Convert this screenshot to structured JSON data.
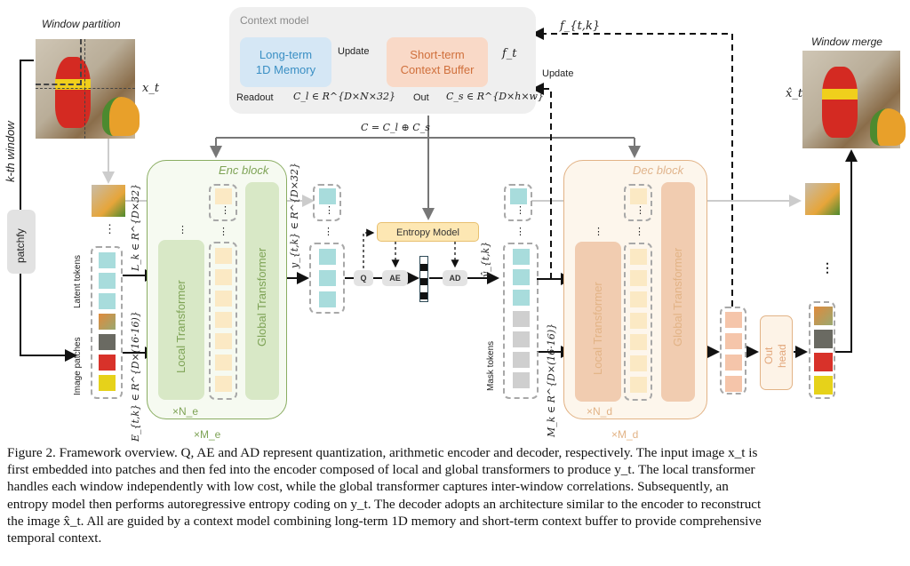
{
  "figure": {
    "window_partition_label": "Window partition",
    "window_merge_label": "Window merge",
    "input_symbol": "x_t",
    "output_symbol": "x̂_t",
    "kth_window_label": "k-th window",
    "patchfy_label": "patchfy",
    "latent_tokens_label": "Latent tokens",
    "image_patches_label": "Image patches",
    "mask_tokens_label": "Mask tokens",
    "latent_math": "L_k ∈ R^{D×32}",
    "embed_math": "E_{t,k} ∈ R^{D×(16·16)}",
    "y_math": "y_{t,k} ∈ R^{D×32}",
    "yhat_math": "ŷ_{t,k}",
    "mask_math": "M_k ∈ R^{D×(16·16)}",
    "context_model": {
      "title": "Context model",
      "long_term_line1": "Long-term",
      "long_term_line2": "1D Memory",
      "short_term_line1": "Short-term",
      "short_term_line2": "Context Buffer",
      "update_label": "Update",
      "f_symbol": "f_t",
      "readout_label": "Readout",
      "readout_math": "C_l ∈ R^{D×N×32}",
      "out_label": "Out",
      "out_math": "C_s ∈ R^{D×h×w}",
      "combine_math": "C = C_l ⊕ C_s",
      "ftk_symbol": "f_{t,k}",
      "update_right_label": "Update"
    },
    "encoder": {
      "title": "Enc block",
      "local_transformer": "Local Transformer",
      "global_transformer": "Global Transformer",
      "repeat_inner": "×N_e",
      "repeat_outer": "×M_e"
    },
    "decoder": {
      "title": "Dec block",
      "local_transformer": "Local Transformer",
      "global_transformer": "Global Transformer",
      "repeat_inner": "×N_d",
      "repeat_outer": "×M_d"
    },
    "coding": {
      "q_label": "Q",
      "ae_label": "AE",
      "ad_label": "AD",
      "entropy_model_label": "Entropy Model"
    },
    "out_head_line1": "Out",
    "out_head_line2": "head",
    "ellipsis": "⋮",
    "colors": {
      "encoder_green": "#8aad62",
      "decoder_orange": "#e2b386",
      "latent_teal": "#a8dcdc",
      "memory_blue": "#3a8fc4",
      "buffer_orange": "#d0703c",
      "mask_grey": "#cfcfcf"
    }
  },
  "caption": {
    "lines": [
      "Figure 2. Framework overview. Q, AE and AD represent quantization, arithmetic encoder and decoder, respectively. The input image x_t is",
      "first embedded into patches and then fed into the encoder composed of local and global transformers to produce y_t. The local transformer",
      "handles each window independently with low cost, while the global transformer captures inter-window correlations. Subsequently, an",
      "entropy model then performs autoregressive entropy coding on y_t. The decoder adopts an architecture similar to the encoder to reconstruct",
      "the image x̂_t. All are guided by a context model combining long-term 1D memory and short-term context buffer to provide comprehensive",
      "temporal context."
    ]
  }
}
